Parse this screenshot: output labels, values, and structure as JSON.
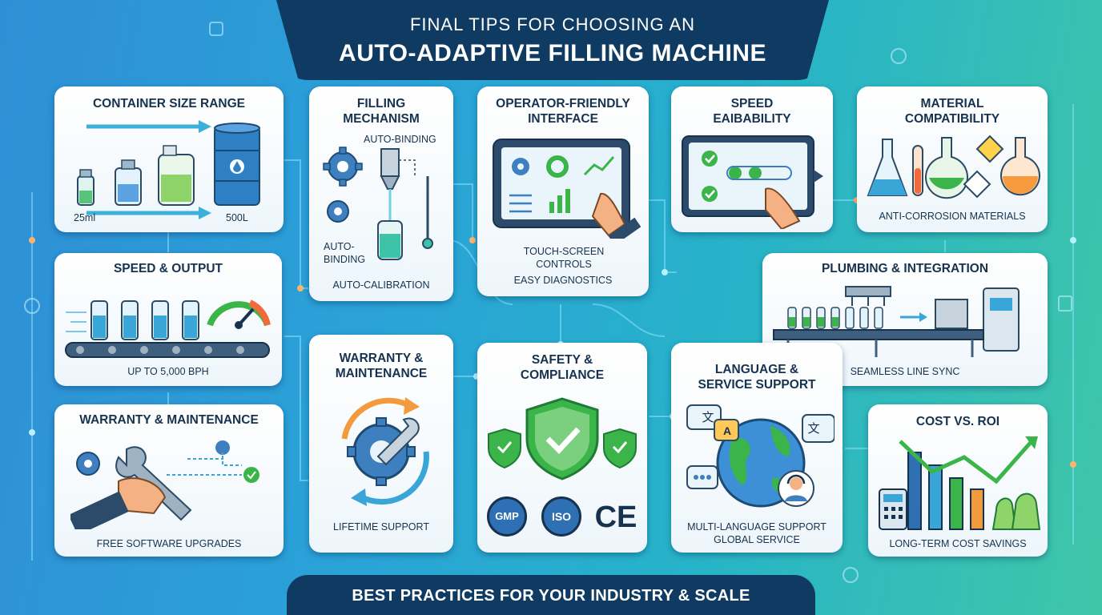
{
  "header": {
    "line1": "FINAL TIPS FOR CHOOSING AN",
    "line2": "AUTO-ADAPTIVE FILLING MACHINE"
  },
  "footer": {
    "text": "BEST PRACTICES FOR YOUR INDUSTRY & SCALE"
  },
  "cards": {
    "container": {
      "title": "CONTAINER SIZE RANGE",
      "min_label": "25ml",
      "max_label": "500L"
    },
    "filling": {
      "title_1": "FILLING",
      "title_2": "MECHANISM",
      "label_top": "AUTO-BINDING",
      "label_left_1": "AUTO-",
      "label_left_2": "BINDING",
      "caption": "AUTO-CALIBRATION"
    },
    "operator": {
      "title_1": "OPERATOR-FRIENDLY",
      "title_2": "INTERFACE",
      "caption_1": "TOUCH-SCREEN",
      "caption_2": "CONTROLS",
      "caption_3": "EASY DIAGNOSTICS"
    },
    "speed_scal": {
      "title_1": "SPEED",
      "title_2": "EAIBABILITY"
    },
    "material": {
      "title_1": "MATERIAL",
      "title_2": "COMPATIBILITY",
      "caption": "ANTI-CORROSION MATERIALS"
    },
    "speed_output": {
      "title": "SPEED & OUTPUT",
      "caption": "UP TO 5,000 BPH"
    },
    "plumbing": {
      "title": "PLUMBING & INTEGRATION",
      "caption": "SEAMLESS LINE SYNC"
    },
    "warranty_left": {
      "title": "WARRANTY & MAINTENANCE",
      "caption": "FREE SOFTWARE UPGRADES"
    },
    "warranty_mid": {
      "title_1": "WARRANTY &",
      "title_2": "MAINTENANCE",
      "caption": "LIFETIME SUPPORT"
    },
    "safety": {
      "title_1": "SAFETY &",
      "title_2": "COMPLIANCE",
      "badge_gmp": "GMP",
      "badge_iso": "ISO",
      "badge_ce": "CE"
    },
    "language": {
      "title_1": "LANGUAGE &",
      "title_2": "SERVICE SUPPORT",
      "caption_1": "MULTI-LANGUAGE SUPPORT",
      "caption_2": "GLOBAL SERVICE",
      "bubble_1": "文",
      "bubble_2": "A",
      "bubble_3": "文"
    },
    "cost": {
      "title": "COST VS. ROI",
      "caption": "LONG-TERM COST SAVINGS"
    }
  },
  "colors": {
    "navy": "#0f3b63",
    "text": "#16324f",
    "circuit": "#7fd6ff",
    "accent_orange": "#f39a3d",
    "accent_green": "#3bb54a",
    "steel_blue": "#3d7fbf"
  }
}
